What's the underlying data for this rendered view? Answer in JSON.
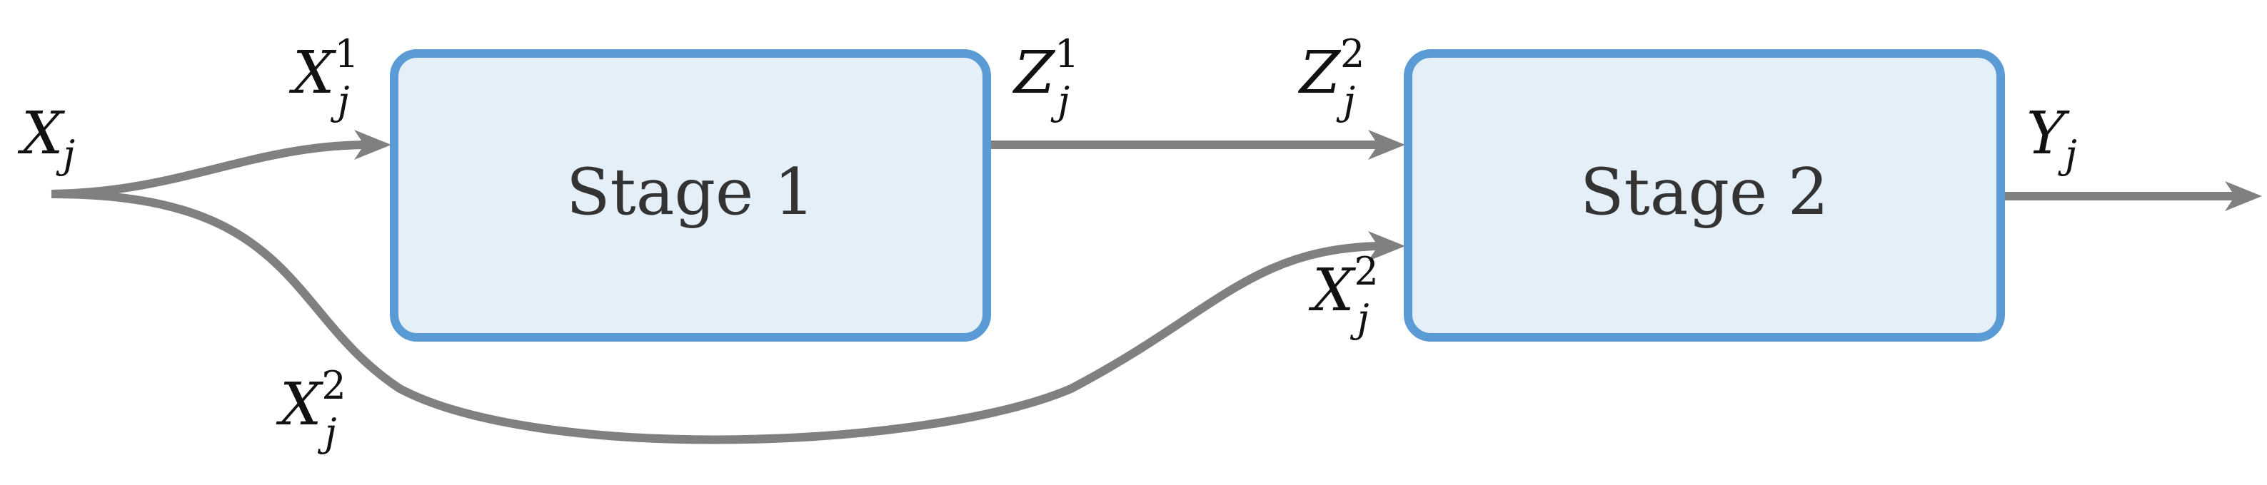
{
  "stages": {
    "stage1": {
      "label": "Stage 1"
    },
    "stage2": {
      "label": "Stage 2"
    }
  },
  "variables": {
    "input": {
      "base": "X",
      "sub": "j",
      "sup": ""
    },
    "stage1_input": {
      "base": "X",
      "sub": "j",
      "sup": "1"
    },
    "stage1_output": {
      "base": "Z",
      "sub": "j",
      "sup": "1"
    },
    "stage2_input_z": {
      "base": "Z",
      "sub": "j",
      "sup": "2"
    },
    "stage2_input_x": {
      "base": "X",
      "sub": "j",
      "sup": "2"
    },
    "bypass_x": {
      "base": "X",
      "sub": "j",
      "sup": "2"
    },
    "output": {
      "base": "Y",
      "sub": "j",
      "sup": ""
    }
  },
  "colors": {
    "box_fill": "#e5eff8",
    "box_stroke": "#5b9bd5",
    "arrow": "#808080",
    "text": "#333333"
  }
}
